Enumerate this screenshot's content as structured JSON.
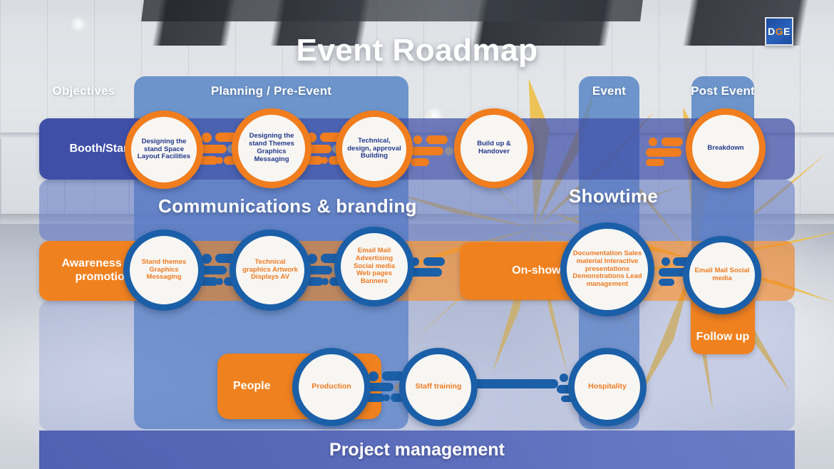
{
  "title": "Event Roadmap",
  "logo": {
    "part1": "D",
    "part2": "G",
    "part3": "E",
    "name": "DGE"
  },
  "colors": {
    "orange": "#f0811f",
    "orange_node_border": "#f07d1e",
    "blue": "#4d7fc4",
    "blue_node_border": "#1a5fa8",
    "deep_blue": "#3f4fa8",
    "navy_text": "#24398c",
    "yellow_burst": "#f0c04a",
    "white": "#ffffff"
  },
  "phases": [
    {
      "id": "objectives",
      "label": "Objectives",
      "has_panel": false
    },
    {
      "id": "planning",
      "label": "Planning / Pre-Event",
      "has_panel": true
    },
    {
      "id": "event",
      "label": "Event",
      "has_panel": true
    },
    {
      "id": "post_event",
      "label": "Post Event",
      "has_panel": true
    }
  ],
  "sections": [
    {
      "id": "communications",
      "label": "Communications & branding"
    },
    {
      "id": "showtime",
      "label": "Showtime"
    }
  ],
  "rows": [
    {
      "id": "booth",
      "label": "Booth/Stand",
      "chip_color": "#3f4fa8",
      "nodes": [
        {
          "id": "booth-1",
          "style": "orange",
          "text": "Designing the stand Space Layout Facilities"
        },
        {
          "id": "booth-2",
          "style": "orange",
          "text": "Designing the stand Themes Graphics Messaging"
        },
        {
          "id": "booth-3",
          "style": "orange",
          "text": "Technical, design, approval Building"
        },
        {
          "id": "booth-4",
          "style": "orange",
          "text": "Build up & Handover"
        },
        {
          "id": "booth-5",
          "style": "orange",
          "text": "Breakdown"
        }
      ]
    },
    {
      "id": "awareness",
      "label": "Awareness and promotion",
      "chip_color": "#f0811f",
      "nodes": [
        {
          "id": "aware-1",
          "style": "blue",
          "text": "Stand themes Graphics Messaging"
        },
        {
          "id": "aware-2",
          "style": "blue",
          "text": "Technical graphics Artwork Displays AV"
        },
        {
          "id": "aware-3",
          "style": "blue",
          "text": "Email Mail Advertising Social media Web pages Banners"
        },
        {
          "id": "aware-4",
          "style": "blue",
          "text": "Documentation Sales material Interactive presentations Demonstrations Lead management"
        },
        {
          "id": "aware-5",
          "style": "blue",
          "text": "Email Mail Social media"
        }
      ]
    },
    {
      "id": "people",
      "label": "People",
      "chip_color": "#f0811f",
      "nodes": [
        {
          "id": "people-1",
          "style": "blue",
          "text": "Production"
        },
        {
          "id": "people-2",
          "style": "blue",
          "text": "Staff training"
        },
        {
          "id": "people-3",
          "style": "blue",
          "text": "Hospitality"
        }
      ]
    }
  ],
  "inline_chips": [
    {
      "id": "on-show",
      "label": "On-show",
      "color": "#f0811f"
    },
    {
      "id": "follow-up",
      "label": "Follow up",
      "color": "#f0811f"
    }
  ],
  "footer": {
    "label": "Project management"
  }
}
